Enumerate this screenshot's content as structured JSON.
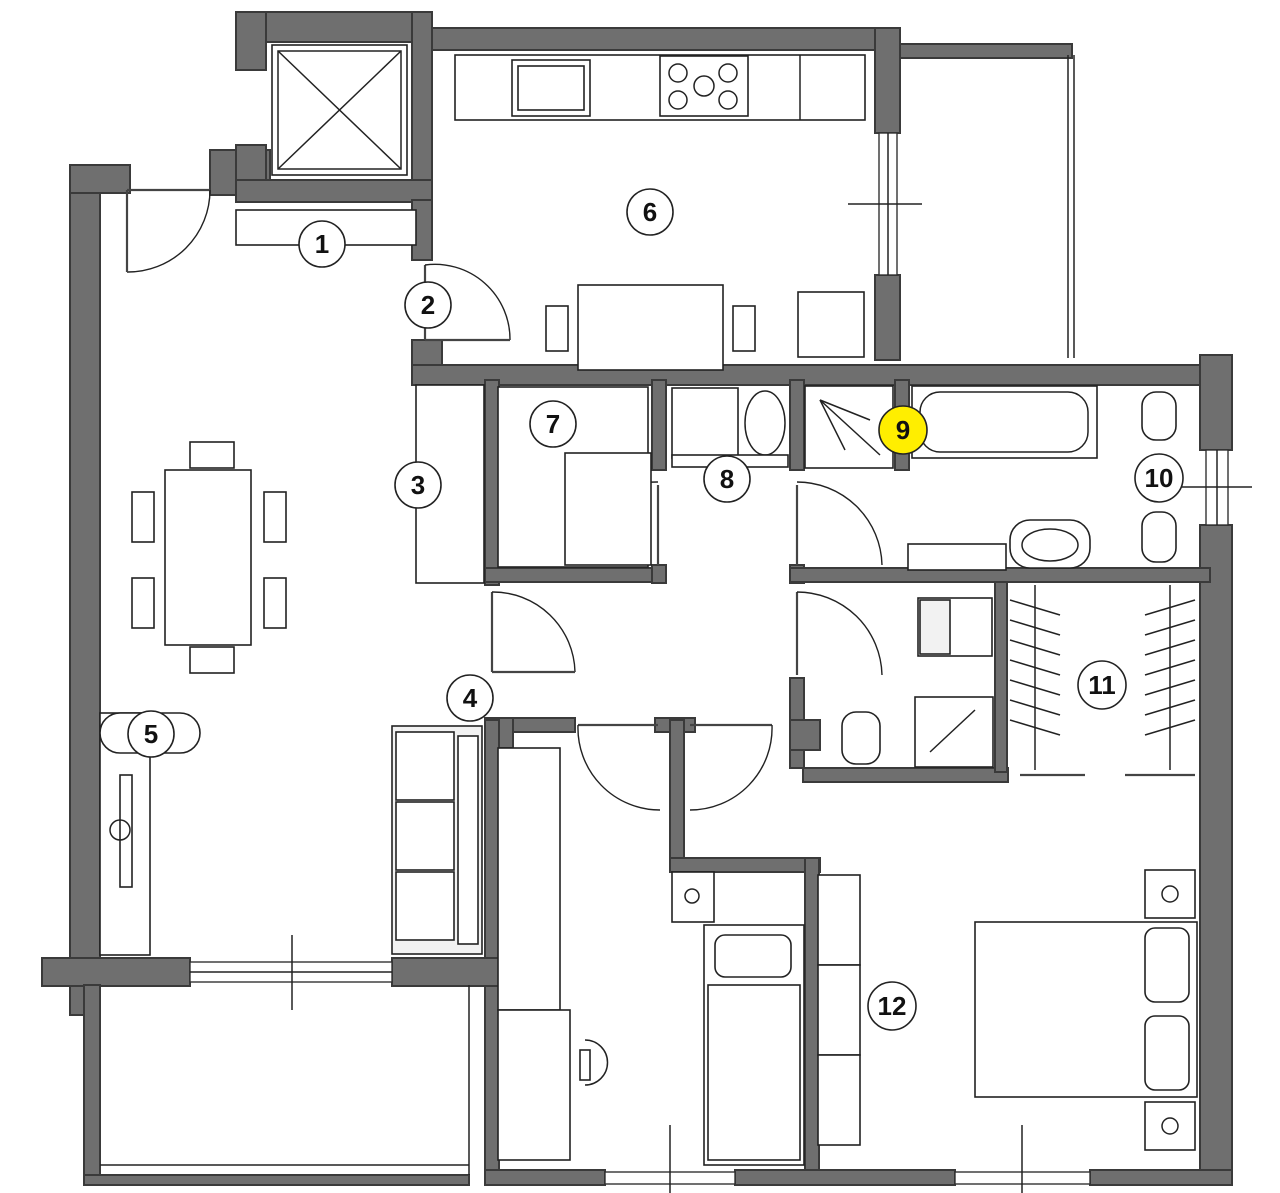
{
  "colors": {
    "wall": "#6f6f6f",
    "highlight": "#ffee00",
    "background": "#ffffff"
  },
  "labels": [
    {
      "id": "1",
      "text": "1",
      "highlighted": false
    },
    {
      "id": "2",
      "text": "2",
      "highlighted": false
    },
    {
      "id": "3",
      "text": "3",
      "highlighted": false
    },
    {
      "id": "4",
      "text": "4",
      "highlighted": false
    },
    {
      "id": "5",
      "text": "5",
      "highlighted": false
    },
    {
      "id": "6",
      "text": "6",
      "highlighted": false
    },
    {
      "id": "7",
      "text": "7",
      "highlighted": false
    },
    {
      "id": "8",
      "text": "8",
      "highlighted": false
    },
    {
      "id": "9",
      "text": "9",
      "highlighted": true
    },
    {
      "id": "10",
      "text": "10",
      "highlighted": false
    },
    {
      "id": "11",
      "text": "11",
      "highlighted": false
    },
    {
      "id": "12",
      "text": "12",
      "highlighted": false
    }
  ]
}
